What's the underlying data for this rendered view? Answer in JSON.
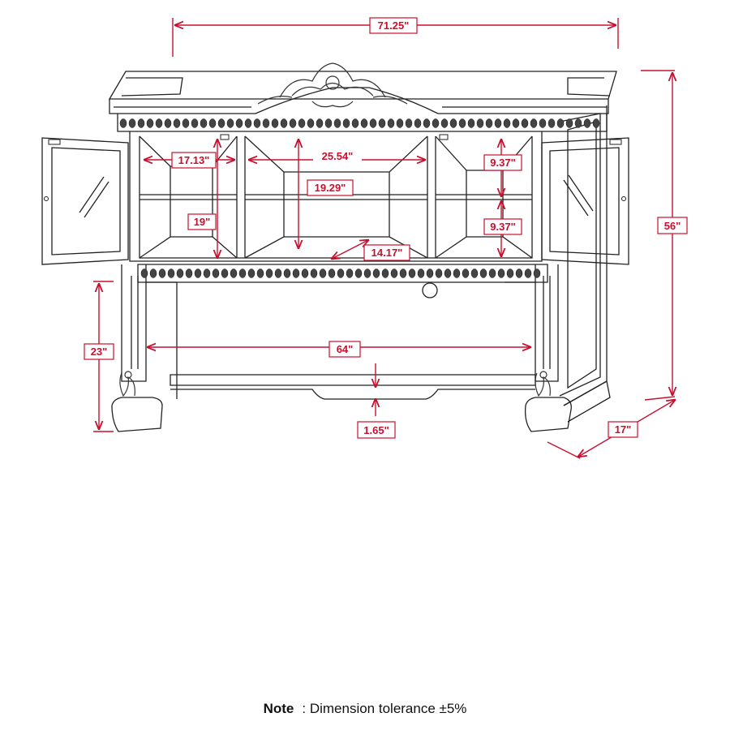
{
  "dimensions": {
    "overall_width": "71.25\"",
    "overall_height": "56\"",
    "depth": "17\"",
    "side_cabinet_width": "17.13\"",
    "center_compartment_width": "25.54\"",
    "center_compartment_height": "19.29\"",
    "side_cabinet_height": "19\"",
    "center_compartment_depth": "14.17\"",
    "upper_shelf_height": "9.37\"",
    "lower_shelf_height": "9.37\"",
    "leg_height": "23\"",
    "inner_width": "64\"",
    "stretcher_clearance": "1.65\""
  },
  "note": {
    "label": "Note",
    "separator": ":",
    "text": "Dimension tolerance ±5%"
  },
  "colors": {
    "dimension": "#c8102e",
    "line": "#222222",
    "ornament": "#333333"
  }
}
